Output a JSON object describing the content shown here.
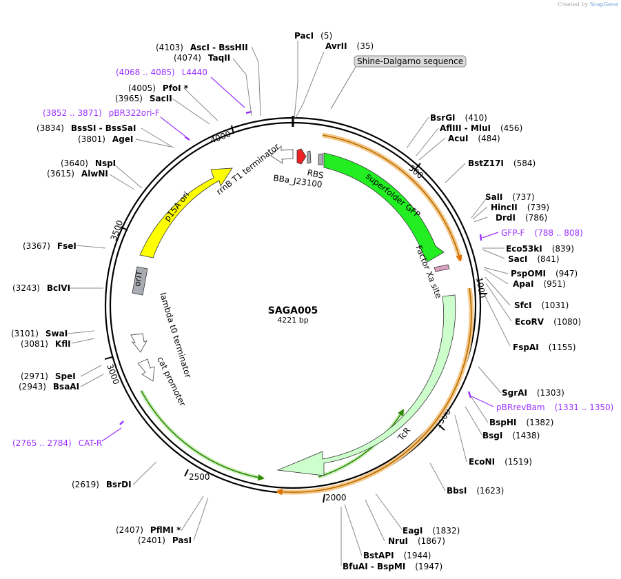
{
  "credit": {
    "prefix": "Created by",
    "brand": "SnapGene"
  },
  "plasmid": {
    "name": "SAGA005",
    "length_label": "4221 bp"
  },
  "ticks": [
    "500",
    "1000",
    "1500",
    "2000",
    "2500",
    "3000",
    "3500",
    "4000"
  ],
  "sites": [
    {
      "name": "PacI",
      "pos": "(5)"
    },
    {
      "name": "AvrII",
      "pos": "(35)"
    },
    {
      "name": "BsrGI",
      "pos": "(410)"
    },
    {
      "name": "AflIII  - MluI",
      "pos": "(456)"
    },
    {
      "name": "AcuI",
      "pos": "(484)"
    },
    {
      "name": "BstZ17I",
      "pos": "(584)"
    },
    {
      "name": "SalI",
      "pos": "(737)"
    },
    {
      "name": "HincII",
      "pos": "(739)"
    },
    {
      "name": "DrdI",
      "pos": "(786)"
    },
    {
      "name": "Eco53kI",
      "pos": "(839)"
    },
    {
      "name": "SacI",
      "pos": "(841)"
    },
    {
      "name": "PspOMI",
      "pos": "(947)"
    },
    {
      "name": "ApaI",
      "pos": "(951)"
    },
    {
      "name": "SfcI",
      "pos": "(1031)"
    },
    {
      "name": "EcoRV",
      "pos": "(1080)"
    },
    {
      "name": "FspAI",
      "pos": "(1155)"
    },
    {
      "name": "SgrAI",
      "pos": "(1303)"
    },
    {
      "name": "BspHI",
      "pos": "(1382)"
    },
    {
      "name": "BsgI",
      "pos": "(1438)"
    },
    {
      "name": "EcoNI",
      "pos": "(1519)"
    },
    {
      "name": "BbsI",
      "pos": "(1623)"
    },
    {
      "name": "EagI",
      "pos": "(1832)"
    },
    {
      "name": "NruI",
      "pos": "(1867)"
    },
    {
      "name": "BstAPI",
      "pos": "(1944)"
    },
    {
      "name": "BfuAI  - BspMI",
      "pos": "(1947)"
    },
    {
      "name": "PflMI *",
      "pos": "(2407)"
    },
    {
      "name": "PasI",
      "pos": "(2401)"
    },
    {
      "name": "BsrDI",
      "pos": "(2619)"
    },
    {
      "name": "SpeI",
      "pos": "(2971)"
    },
    {
      "name": "BsaAI",
      "pos": "(2943)"
    },
    {
      "name": "SwaI",
      "pos": "(3101)"
    },
    {
      "name": "KflI",
      "pos": "(3081)"
    },
    {
      "name": "BclVI",
      "pos": "(3243)"
    },
    {
      "name": "FseI",
      "pos": "(3367)"
    },
    {
      "name": "NspI",
      "pos": "(3640)"
    },
    {
      "name": "AlwNI",
      "pos": "(3615)"
    },
    {
      "name": "BssSI  - BssSaI",
      "pos": "(3834)"
    },
    {
      "name": "AgeI",
      "pos": "(3801)"
    },
    {
      "name": "PfoI *",
      "pos": "(4005)"
    },
    {
      "name": "SacII",
      "pos": "(3965)"
    },
    {
      "name": "AscI  - BssHII",
      "pos": "(4103)"
    },
    {
      "name": "TaqII",
      "pos": "(4074)"
    }
  ],
  "primers": [
    {
      "name": "L4440",
      "range": "(4068 .. 4085)"
    },
    {
      "name": "pBR322ori-F",
      "range": "(3852 .. 3871)"
    },
    {
      "name": "GFP-F",
      "range": "(788 .. 808)"
    },
    {
      "name": "pBRrevBam",
      "range": "(1331 .. 1350)"
    },
    {
      "name": "CAT-R",
      "range": "(2765 .. 2784)"
    }
  ],
  "features": {
    "shine_dalgarno": "Shine-Dalgarno sequence",
    "rbs": "RBS",
    "promoter": "BBa_J23100",
    "terminator_rrnb": "rrnB T1 terminator",
    "sfgfp": "superfolder GFP",
    "factor_xa": "Factor Xa site",
    "p15a": "p15A ori",
    "orit": "oriT",
    "lambda": "lambda t0 terminator",
    "cat": "cat promoter",
    "tcr": "TcR"
  },
  "colors": {
    "primer": "#9b30ff",
    "gfp": "#22ee22",
    "p15a": "#ffff00",
    "tcr": "#ccffcc",
    "rbs": "#ee2222",
    "orf_orange": "#e8a030"
  }
}
